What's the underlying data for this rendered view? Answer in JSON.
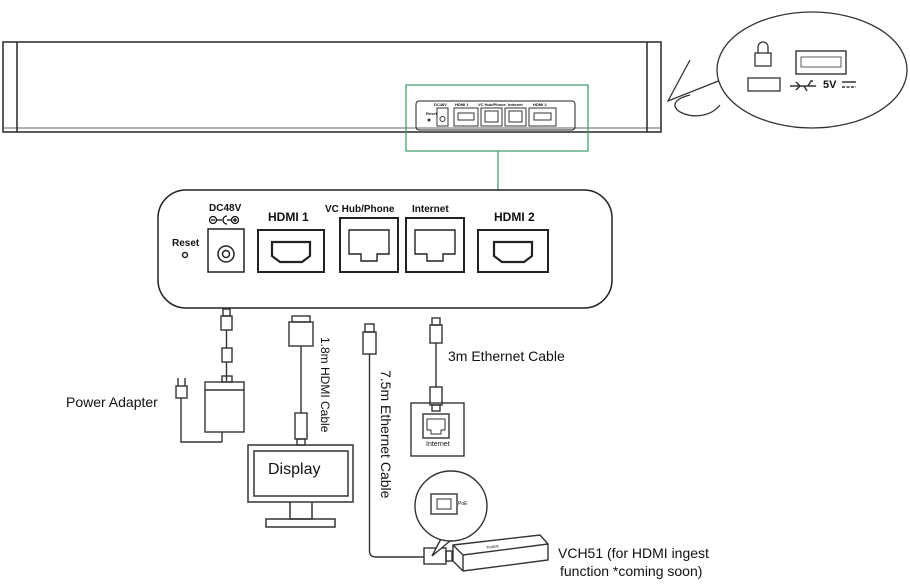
{
  "top_panel": {
    "reset": "Reset",
    "dc": "DC48V",
    "hdmi1": "HDMI 1",
    "vchub": "VC Hub/Phone",
    "internet": "Internet",
    "hdmi2": "HDMI 2"
  },
  "zoom_panel": {
    "reset": "Reset",
    "dc": "DC48V",
    "hdmi1": "HDMI 1",
    "vchub": "VC Hub/Phone",
    "internet": "Internet",
    "hdmi2": "HDMI 2"
  },
  "usb_callout": {
    "power": "5V"
  },
  "labels": {
    "power_adapter": "Power Adapter",
    "hdmi_cable": "1.8m HDMI Cable",
    "eth_cable_long": "7.5m Ethernet Cable",
    "eth_cable_short": "3m Ethernet Cable",
    "wall_jack": "Internet",
    "display": "Display",
    "poe": "PoE",
    "hub_brand": "Yealink",
    "vch51_line1": "VCH51 (for HDMI ingest",
    "vch51_line2": "function *coming soon)"
  }
}
